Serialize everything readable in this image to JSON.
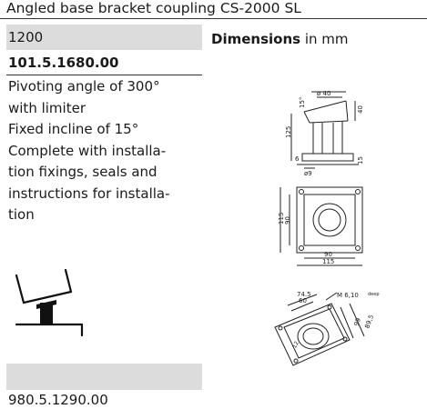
{
  "header": {
    "title": "Angled base bracket coupling CS-2000 SL"
  },
  "product": {
    "size": "1200",
    "part_number": "101.5.1680.00",
    "description_lines": [
      "Pivoting angle of 300°",
      "with limiter",
      "Fixed incline of 15°",
      "Complete with installa-",
      "tion fixings, seals and",
      "instructions for installa-",
      "tion"
    ]
  },
  "dimensions": {
    "heading_bold": "Dimensions",
    "heading_rest": " in mm"
  },
  "drawing_side": {
    "labels": [
      "ø 40",
      "15°",
      "40",
      "125",
      "6",
      "15",
      "ø9"
    ]
  },
  "drawing_top": {
    "labels": [
      "115",
      "90",
      "90",
      "115"
    ]
  },
  "drawing_iso": {
    "labels": [
      "74.5",
      "60",
      "M 6,10",
      "deep",
      "99",
      "89,5",
      "12"
    ]
  },
  "accessory": {
    "part_number": "980.5.1290.00"
  }
}
